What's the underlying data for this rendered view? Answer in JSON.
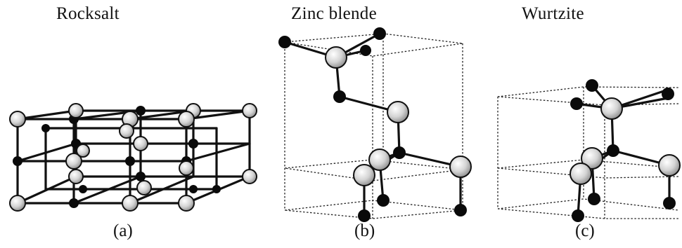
{
  "panels": [
    {
      "title": "Rocksalt",
      "caption": "(a)"
    },
    {
      "title": "Zinc blende",
      "caption": "(b)"
    },
    {
      "title": "Wurtzite",
      "caption": "(c)"
    }
  ],
  "colors": {
    "anion_fill": "#d6d6d6",
    "cation_fill": "#0a0a0a",
    "bond": "#111111",
    "background": "#ffffff"
  }
}
